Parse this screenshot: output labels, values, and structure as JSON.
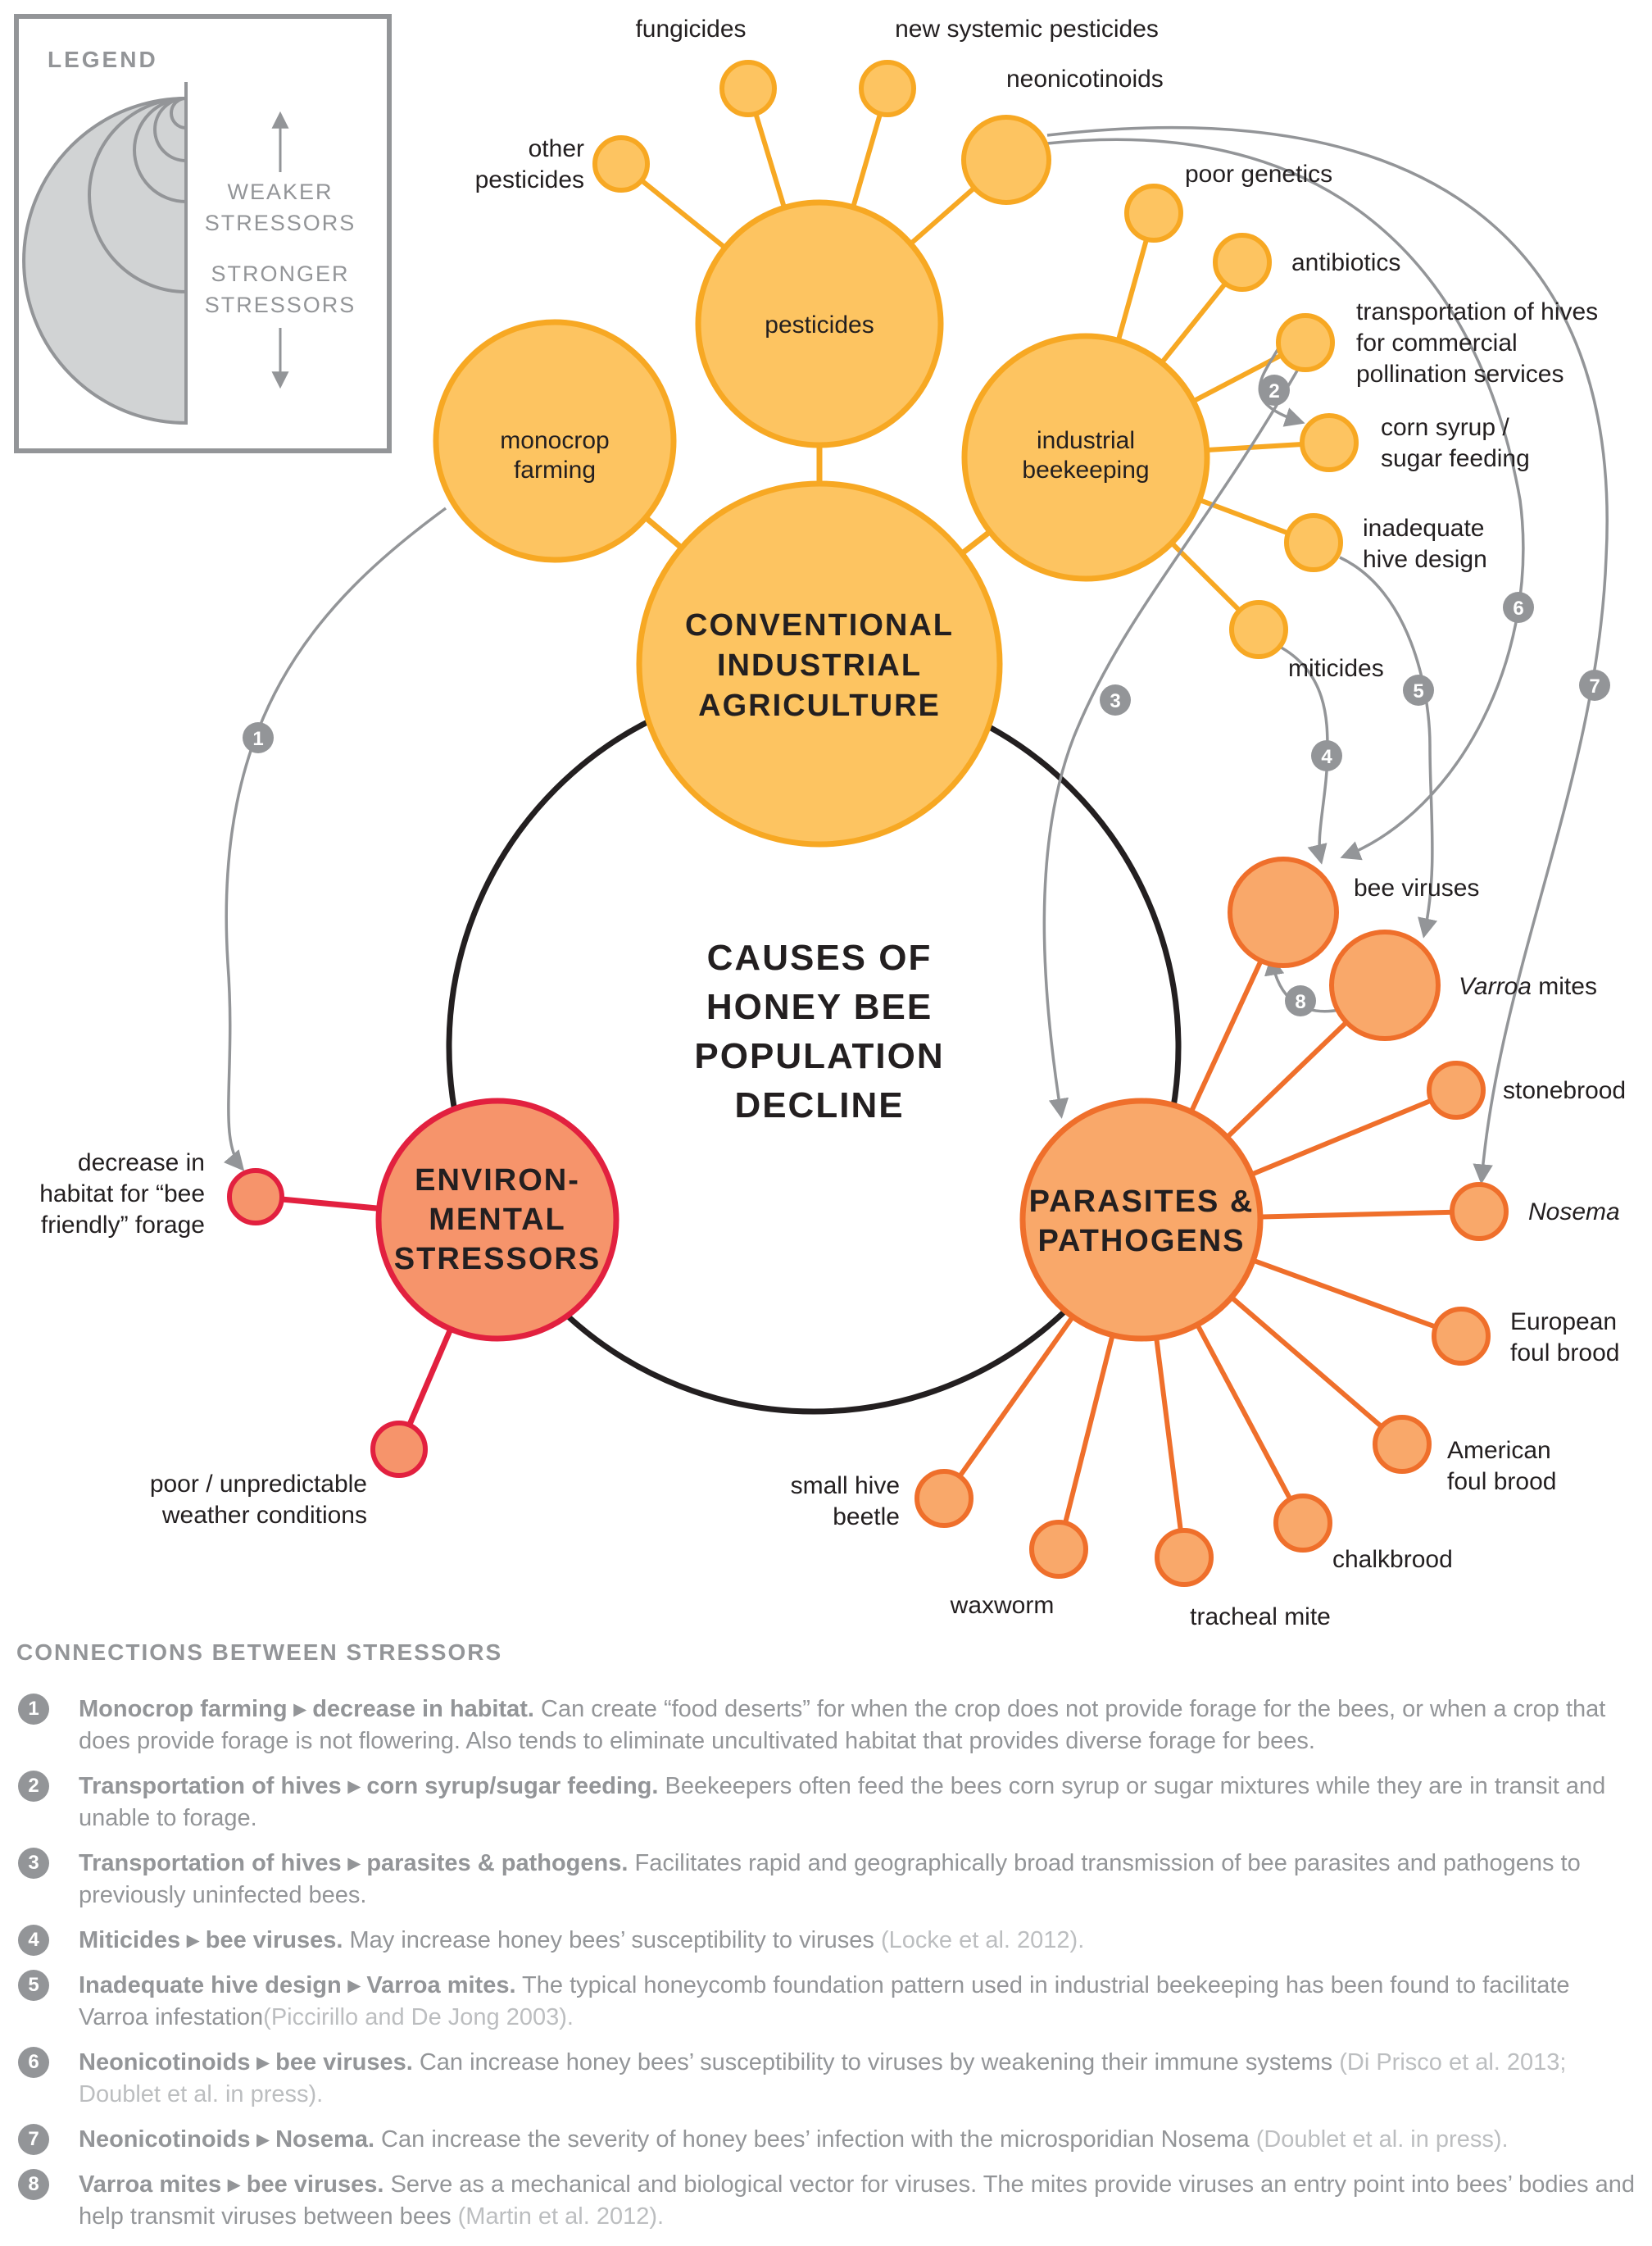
{
  "legend": {
    "title": "LEGEND",
    "weaker": [
      "WEAKER",
      "STRESSORS"
    ],
    "stronger": [
      "STRONGER",
      "STRESSORS"
    ]
  },
  "center": [
    "CAUSES OF",
    "HONEY BEE",
    "POPULATION",
    "DECLINE"
  ],
  "hubs": {
    "agriculture": [
      "CONVENTIONAL",
      "INDUSTRIAL",
      "AGRICULTURE"
    ],
    "environmental": [
      "ENVIRON-",
      "MENTAL",
      "STRESSORS"
    ],
    "parasites": [
      "PARASITES &",
      "PATHOGENS"
    ]
  },
  "subhubs": {
    "pesticides": "pesticides",
    "monocrop": [
      "monocrop",
      "farming"
    ],
    "industrial": [
      "industrial",
      "beekeeping"
    ]
  },
  "leaves": {
    "fungicides": "fungicides",
    "new_systemic": "new systemic pesticides",
    "neonicotinoids": "neonicotinoids",
    "other_pesticides": [
      "other",
      "pesticides"
    ],
    "poor_genetics": "poor genetics",
    "antibiotics": "antibiotics",
    "transportation": [
      "transportation of hives",
      "for commercial",
      "pollination services"
    ],
    "corn_syrup": [
      "corn syrup /",
      "sugar feeding"
    ],
    "hive_design": [
      "inadequate",
      "hive design"
    ],
    "miticides": "miticides",
    "habitat": [
      "decrease in",
      "habitat for “bee",
      "friendly” forage"
    ],
    "weather": [
      "poor / unpredictable",
      "weather conditions"
    ],
    "bee_viruses": "bee viruses",
    "varroa_italic": "Varroa",
    "varroa_rest": " mites",
    "stonebrood": "stonebrood",
    "nosema": "Nosema",
    "european": [
      "European",
      "foul brood"
    ],
    "american": [
      "American",
      "foul brood"
    ],
    "chalkbrood": "chalkbrood",
    "tracheal": "tracheal mite",
    "waxworm": "waxworm",
    "small_hive": [
      "small hive",
      "beetle"
    ]
  },
  "badges": [
    "1",
    "2",
    "3",
    "4",
    "5",
    "6",
    "7",
    "8"
  ],
  "colors": {
    "agri_fill": "#fdc461",
    "agri_stroke": "#f7a823",
    "para_fill": "#f9a86a",
    "para_stroke": "#ef6f2b",
    "env_fill": "#f6946b",
    "env_stroke": "#e2203f",
    "arrow_gray": "#939598"
  },
  "notes_title": "CONNECTIONS BETWEEN STRESSORS",
  "notes": [
    {
      "num": "1",
      "head": "Monocrop farming ▸ decrease in habitat.",
      "body": " Can create “food deserts” for when the crop does not provide forage for the bees, or when a crop that does provide forage is not flowering. Also tends to eliminate uncultivated habitat that provides diverse forage for bees.",
      "cite": ""
    },
    {
      "num": "2",
      "head": "Transportation of hives ▸ corn syrup/sugar feeding.",
      "body": " Beekeepers often feed the bees corn syrup or sugar mixtures while they are in transit and unable to forage.",
      "cite": ""
    },
    {
      "num": "3",
      "head": "Transportation of hives ▸ parasites & pathogens.",
      "body": " Facilitates rapid and geographically broad transmission of bee parasites and pathogens to previously uninfected bees.",
      "cite": ""
    },
    {
      "num": "4",
      "head": "Miticides ▸ bee viruses.",
      "body": " May increase honey bees’ susceptibility to viruses ",
      "cite": "(Locke et al. 2012)."
    },
    {
      "num": "5",
      "head": "Inadequate hive design ▸ Varroa mites.",
      "body": " The typical honeycomb foundation pattern used in industrial beekeeping has been found to facilitate Varroa infestation",
      "cite": "(Piccirillo and De Jong 2003)."
    },
    {
      "num": "6",
      "head": "Neonicotinoids ▸ bee viruses.",
      "body": " Can increase honey bees’ susceptibility to viruses by weakening their immune systems ",
      "cite": "(Di Prisco et al. 2013; Doublet et al. in press)."
    },
    {
      "num": "7",
      "head": "Neonicotinoids ▸ Nosema.",
      "body": " Can increase the severity of honey bees’ infection with the microsporidian Nosema ",
      "cite": "(Doublet et al. in press)."
    },
    {
      "num": "8",
      "head": "Varroa mites ▸ bee viruses.",
      "body": " Serve as a mechanical and biological vector for viruses. The mites provide viruses an entry point into bees’ bodies and help transmit viruses between bees ",
      "cite": "(Martin et al. 2012)."
    }
  ]
}
